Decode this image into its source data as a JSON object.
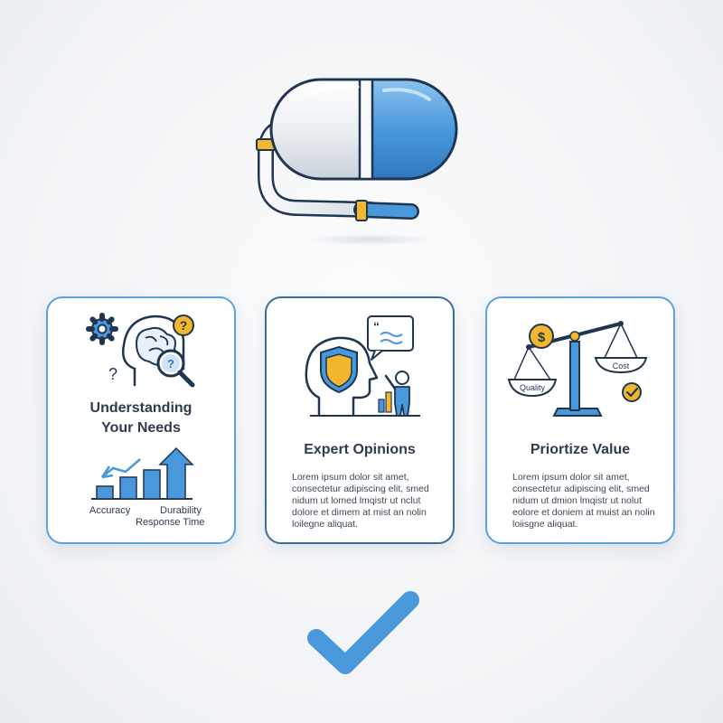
{
  "cards": [
    {
      "title_line1": "Understanding",
      "title_line2": "Your Needs",
      "metrics": {
        "accuracy": "Accuracy",
        "durability": "Durability",
        "response_time": "Response Time"
      }
    },
    {
      "title": "Expert Opinions",
      "body": "Lorem ipsum dolor sit amet, consectetur adipiscing elit, smed nidum ut lomed lmqistr ut nclut dolore et dimem at mist an nolin loilegne aliquat."
    },
    {
      "title": "Priortize Value",
      "body": "Lorem ipsum dolor sit amet, consectetur adipiscing elit, smed nidum ut dmion lmqistr ut nolut eolore et doniem at muist an nolin loiisgne aliquat.",
      "scale_labels": {
        "left": "Quality",
        "right": "Cost",
        "coin": "$"
      }
    }
  ],
  "colors": {
    "accent_blue": "#4a98dc",
    "dark_outline": "#1f3550",
    "gold": "#f2b72c"
  }
}
